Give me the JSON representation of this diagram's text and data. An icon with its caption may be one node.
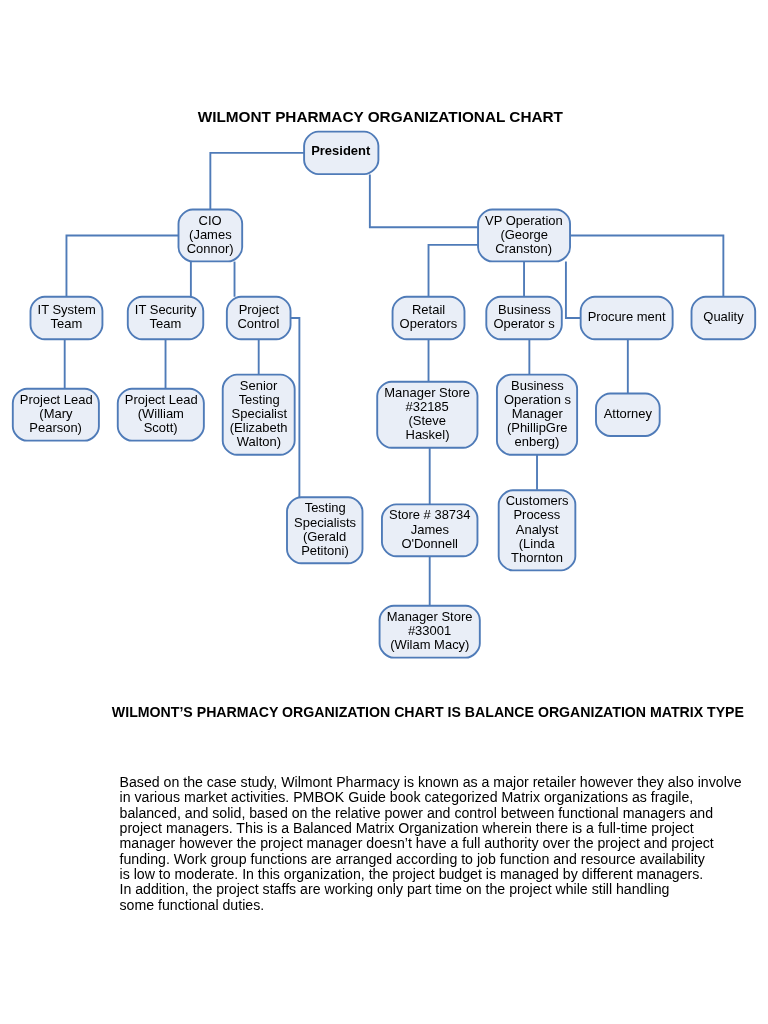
{
  "diagram": {
    "title": "WILMONT PHARMACY ORGANIZATIONAL CHART",
    "nodes": [
      {
        "text": [
          "President"
        ]
      },
      {
        "text": [
          "CIO",
          "(James Connor)"
        ]
      },
      {
        "text": [
          "VP Operation",
          "(George Cranston)"
        ]
      },
      {
        "text": [
          "IT System Team"
        ]
      },
      {
        "text": [
          "IT Security Team"
        ]
      },
      {
        "text": [
          "Project Control"
        ]
      },
      {
        "text": [
          "Project Lead (Mary Pearson)"
        ]
      },
      {
        "text": [
          "Project Lead (William Scott)"
        ]
      },
      {
        "text": [
          "Senior Testing Specialist (Elizabeth Walton)"
        ]
      },
      {
        "text": [
          "Testing Specialists (Gerald Petitoni)"
        ]
      },
      {
        "text": [
          "Retail Operators"
        ]
      },
      {
        "text": [
          "Business Operator s"
        ]
      },
      {
        "text": [
          "Procure ment"
        ]
      },
      {
        "text": [
          "Quality"
        ]
      },
      {
        "text": [
          "Manager Store #32185",
          "(Steve Haskel)"
        ]
      },
      {
        "text": [
          "Store # 38734 James O'Donnell"
        ]
      },
      {
        "text": [
          "Manager Store #33001",
          "(Wilam Macy)"
        ]
      },
      {
        "text": [
          "Business Operation s Manager",
          "(PhillipGre enberg)"
        ]
      },
      {
        "text": [
          "Customers Process Analyst",
          "(Linda Thornton"
        ]
      },
      {
        "text": [
          "Attorney"
        ]
      }
    ],
    "edges": [
      {
        "from": 0,
        "to": 1,
        "arrow": "none"
      },
      {
        "from": 0,
        "to": 2,
        "arrow": "none"
      },
      {
        "from": 1,
        "to": 3,
        "arrow": "none"
      },
      {
        "from": 1,
        "to": 4,
        "arrow": "none"
      },
      {
        "from": 1,
        "to": 5,
        "arrow": "none"
      },
      {
        "from": 3,
        "to": 6,
        "arrow": "none"
      },
      {
        "from": 4,
        "to": 7,
        "arrow": "none"
      },
      {
        "from": 5,
        "to": 8,
        "arrow": "none"
      },
      {
        "from": 5,
        "to": 9,
        "arrow": "none"
      },
      {
        "from": 2,
        "to": 10,
        "arrow": "none"
      },
      {
        "from": 2,
        "to": 11,
        "arrow": "none"
      },
      {
        "from": 2,
        "to": 12,
        "arrow": "none"
      },
      {
        "from": 2,
        "to": 13,
        "arrow": "none"
      },
      {
        "from": 10,
        "to": 14,
        "arrow": "none"
      },
      {
        "from": 14,
        "to": 15,
        "arrow": "none"
      },
      {
        "from": 15,
        "to": 16,
        "arrow": "none"
      },
      {
        "from": 11,
        "to": 17,
        "arrow": "none"
      },
      {
        "from": 17,
        "to": 18,
        "arrow": "none"
      },
      {
        "from": 12,
        "to": 19,
        "arrow": "none"
      }
    ],
    "labels": [
      "WILMONT’S PHARMACY ORGANIZATION CHART IS BALANCE ORGANIZATION MATRIX TYPE",
      "Based on the case study, Wilmont Pharmacy is known as a major retailer however they also involve in various market activities. PMBOK Guide book categorized Matrix organizations as fragile, balanced, and solid, based on the relative power and control between functional managers and project managers. This is a Balanced Matrix Organization wherein there is a full-time project manager however the project manager doesn’t have a full authority over the project and project funding. Work group functions are arranged according to job function and resource availability is low to moderate. In this organization, the project budget is managed by different managers. In addition, the project staffs are working only part time on the project while still handling some functional duties."
    ]
  }
}
